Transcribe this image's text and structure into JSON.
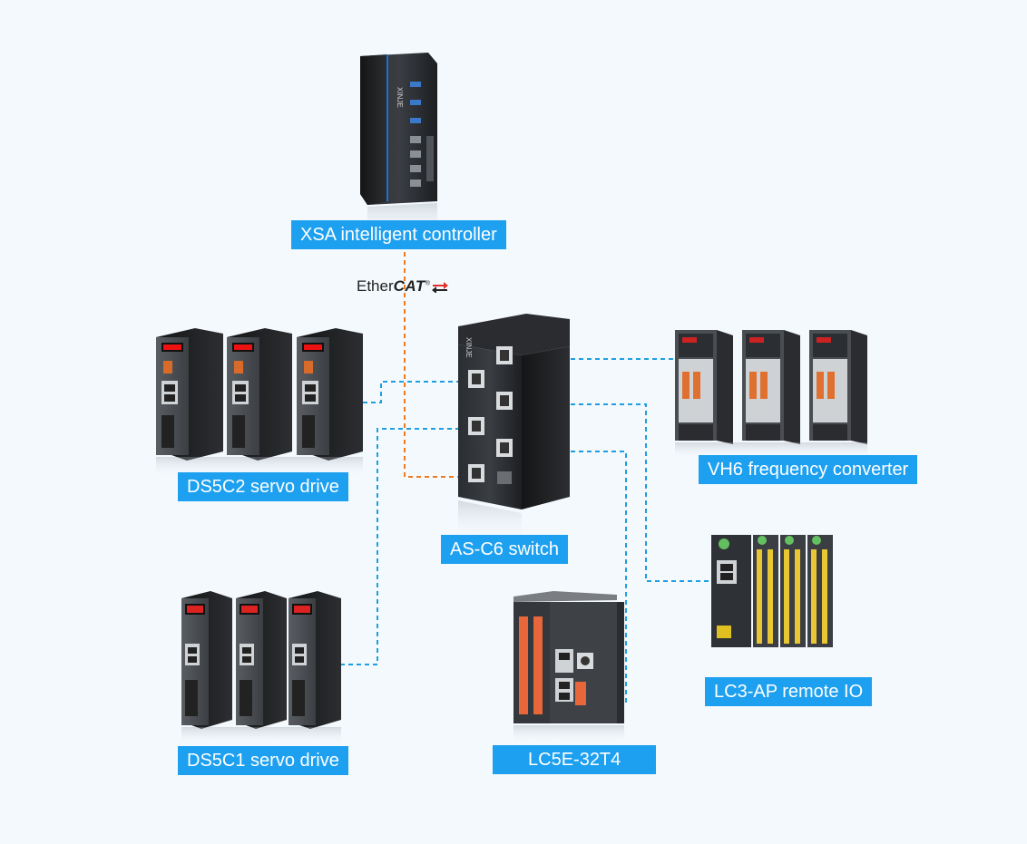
{
  "labels": {
    "xsa": "XSA intelligent controller",
    "switch": "AS-C6 switch",
    "ds5c2": "DS5C2 servo drive",
    "ds5c1": "DS5C1 servo drive",
    "vh6": "VH6 frequency converter",
    "lc3": "LC3-AP remote IO",
    "lc5e": "LC5E-32T4"
  },
  "protocol": {
    "prefix": "Ether",
    "brand": "CAT",
    "mark": "®"
  },
  "colors": {
    "label_bg": "#1ea0f0",
    "ethercat_link": "#f07a1e",
    "ethernet_link": "#1ea0e0",
    "background": "#f3f9fd"
  },
  "devices": [
    {
      "name": "xsa-controller",
      "brand": "XINJE"
    },
    {
      "name": "as-c6-switch",
      "brand": "XINJE"
    },
    {
      "name": "ds5c2-drives",
      "count": 3
    },
    {
      "name": "ds5c1-drives",
      "count": 3
    },
    {
      "name": "vh6-converters",
      "count": 3
    },
    {
      "name": "lc3-ap-remote-io"
    },
    {
      "name": "lc5e-32t4-plc"
    }
  ]
}
